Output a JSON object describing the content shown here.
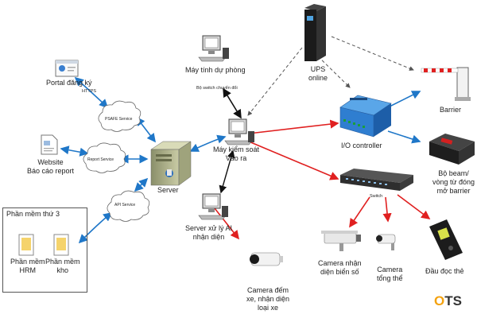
{
  "nodes": {
    "portal": "Portal đăng ký",
    "website": [
      "Website",
      "Báo cáo report"
    ],
    "third_party": "Phần mềm thứ 3",
    "hrm": [
      "Phần mềm",
      "HRM"
    ],
    "warehouse": [
      "Phần mềm",
      "kho"
    ],
    "server": "Server",
    "backup_pc": "Máy tính dự phòng",
    "control_pc": [
      "Máy kiểm soát",
      "Vào ra"
    ],
    "ai_server": [
      "Server xử lý AI",
      "nhận diện"
    ],
    "ups": [
      "UPS",
      "online"
    ],
    "io_controller": "I/O controller",
    "barrier": "Barrier",
    "beam": [
      "Bộ beam/",
      "vòng từ đóng",
      "mở barrier"
    ],
    "switch": "Switch",
    "camera_plate": [
      "Camera nhận",
      "diện biển số"
    ],
    "camera_overview": [
      "Camera",
      "tổng thể"
    ],
    "card_reader": "Đầu đọc thẻ",
    "camera_count": [
      "Camera đếm",
      "xe, nhận diện",
      "loại xe"
    ]
  },
  "links": {
    "https": "HTTPS",
    "psafe_service": "PSAFE Service",
    "report_service": "Report Service",
    "api_service": "API Service",
    "switch_change": "Bộ switch chuyển đổi"
  },
  "logo": {
    "text": "TS",
    "mark": "O"
  },
  "colors": {
    "blue": "#1f77c8",
    "red": "#e02020",
    "black": "#111111",
    "dashed": "#555555",
    "logo_accent": "#f4a20f"
  }
}
